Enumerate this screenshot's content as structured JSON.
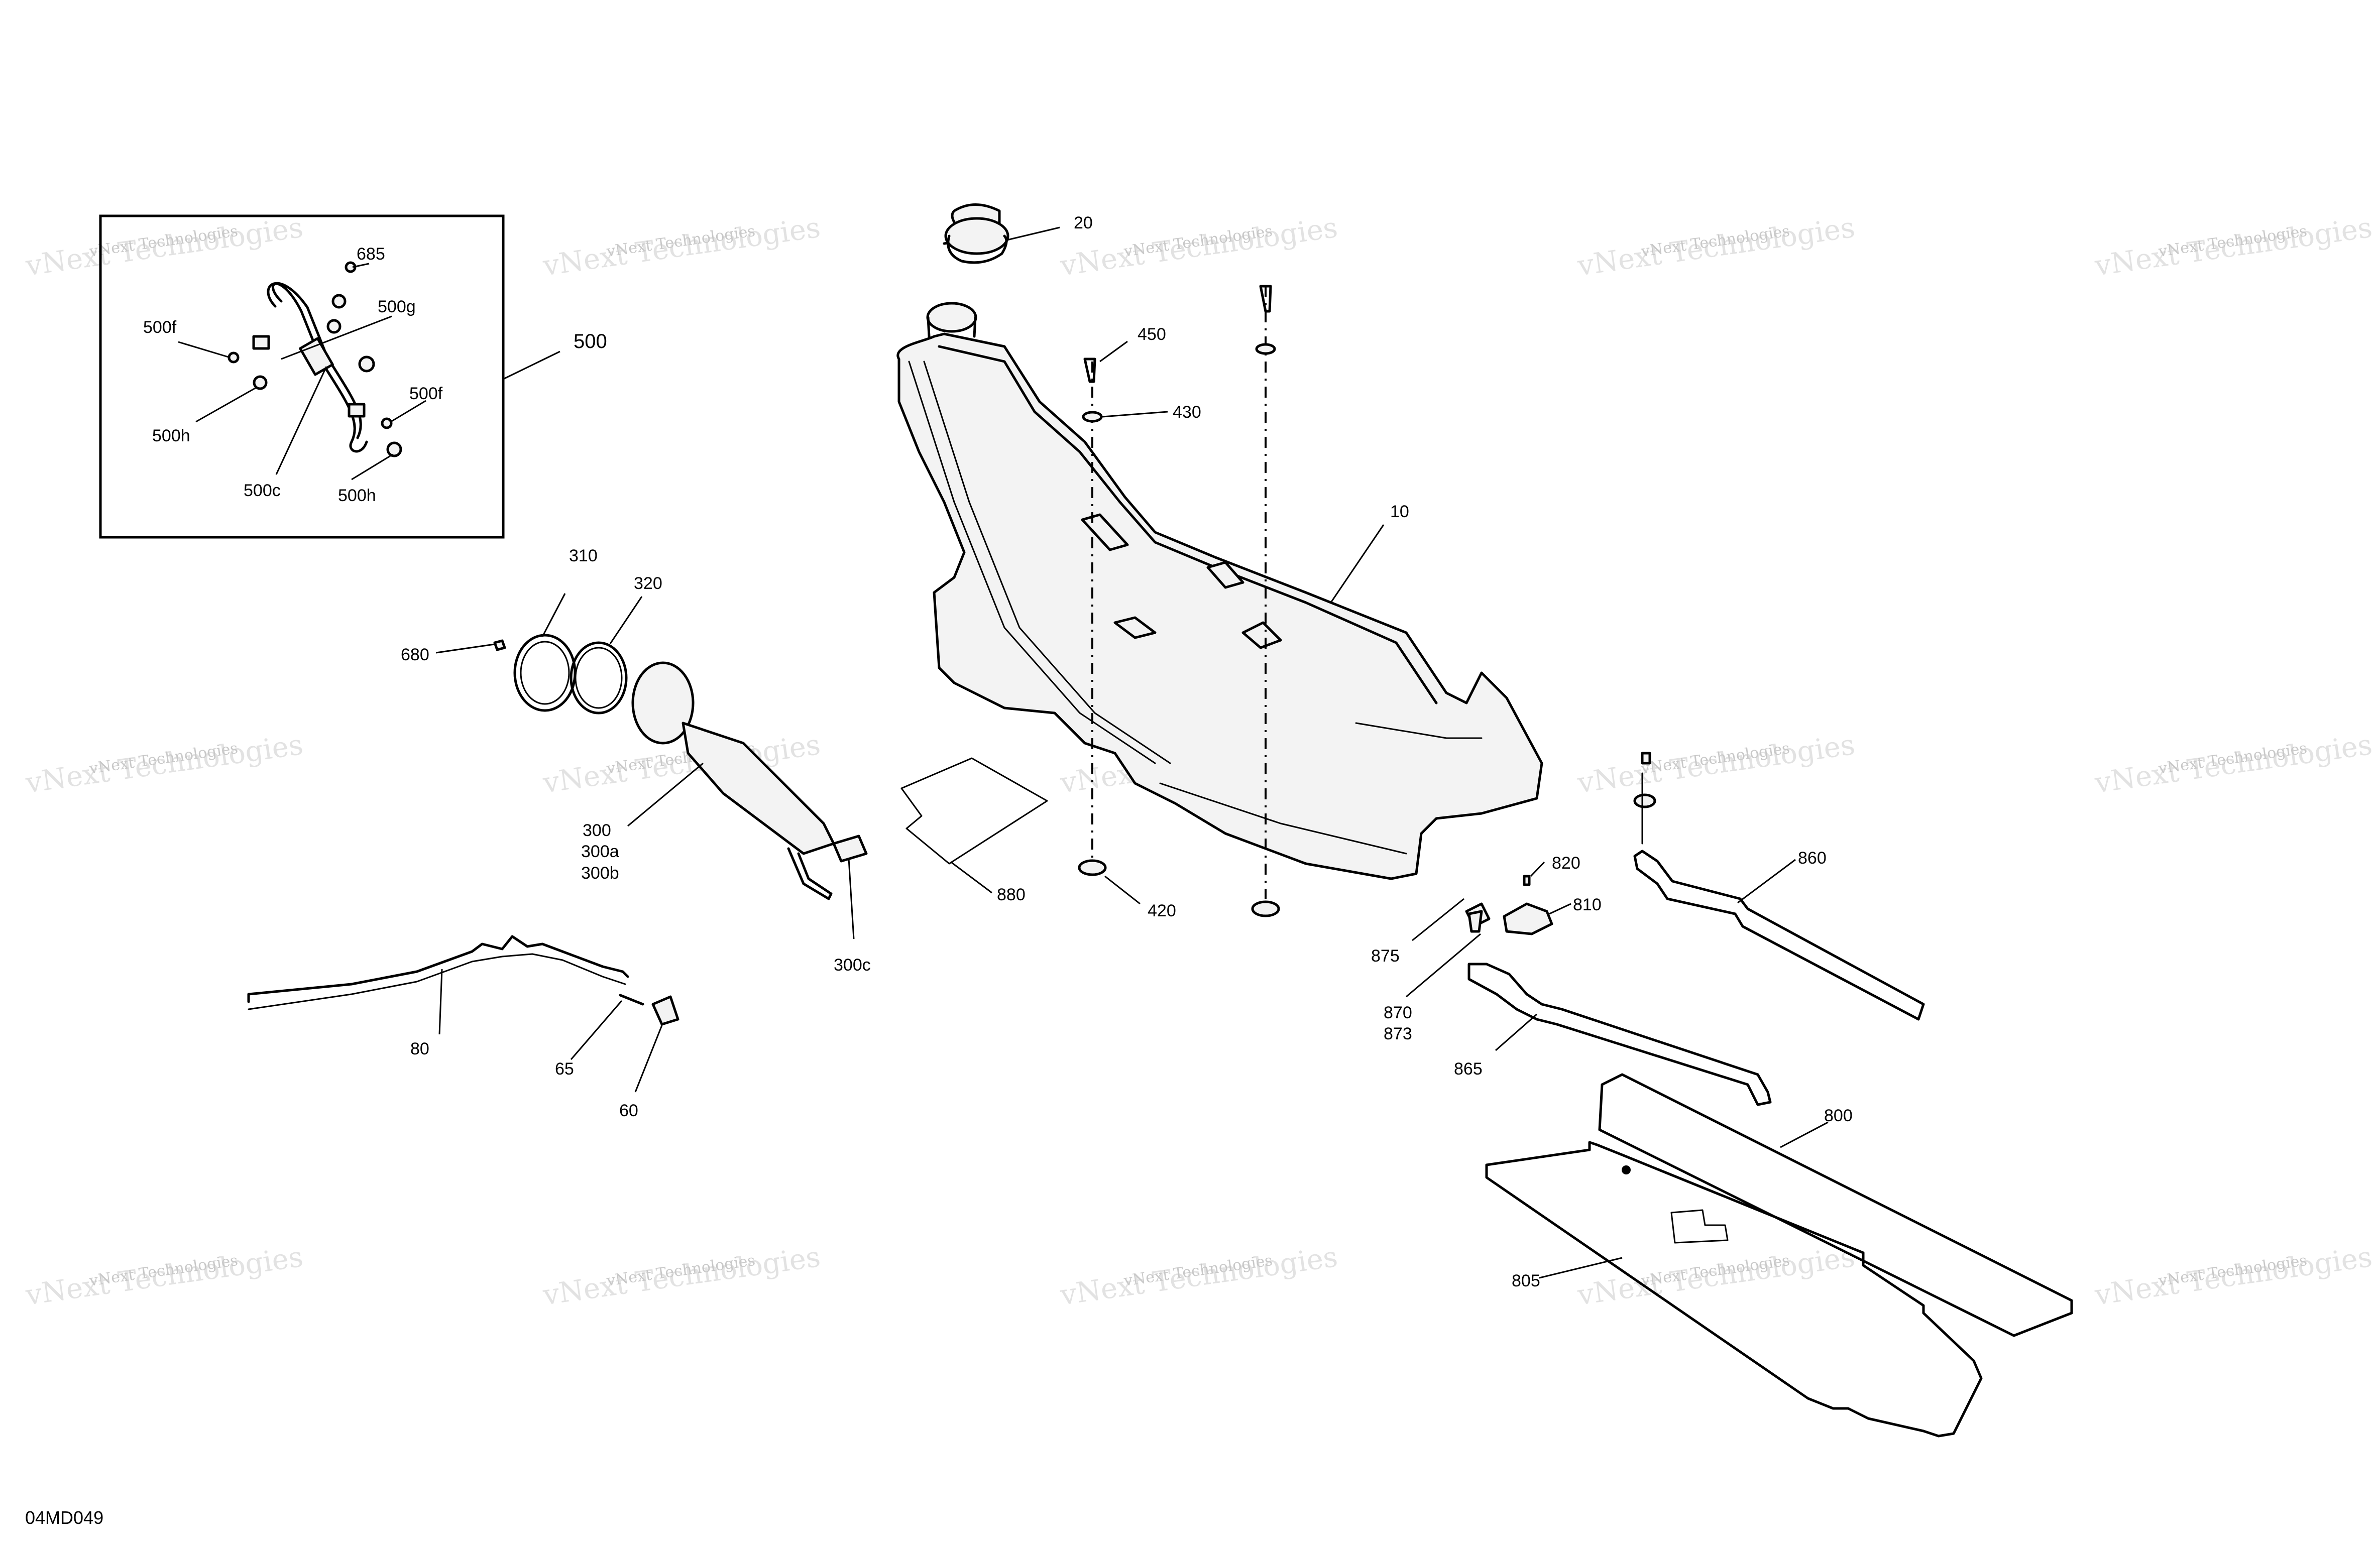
{
  "diagram": {
    "code": "04MD049",
    "watermark": {
      "line1": "vNext Technologies",
      "line2": "vNext Technologies"
    },
    "inset_label": "500",
    "callouts": {
      "c685": "685",
      "c500g": "500g",
      "c500f_a": "500f",
      "c500f_b": "500f",
      "c500h_a": "500h",
      "c500h_b": "500h",
      "c500c": "500c",
      "c20": "20",
      "c450": "450",
      "c430": "430",
      "c10": "10",
      "c310": "310",
      "c320": "320",
      "c680": "680",
      "c300": "300",
      "c300a": "300a",
      "c300b": "300b",
      "c300c": "300c",
      "c880": "880",
      "c420": "420",
      "c80": "80",
      "c65": "65",
      "c60": "60",
      "c820": "820",
      "c810": "810",
      "c875": "875",
      "c870": "870",
      "c873": "873",
      "c865": "865",
      "c860": "860",
      "c800": "800",
      "c805": "805"
    }
  }
}
